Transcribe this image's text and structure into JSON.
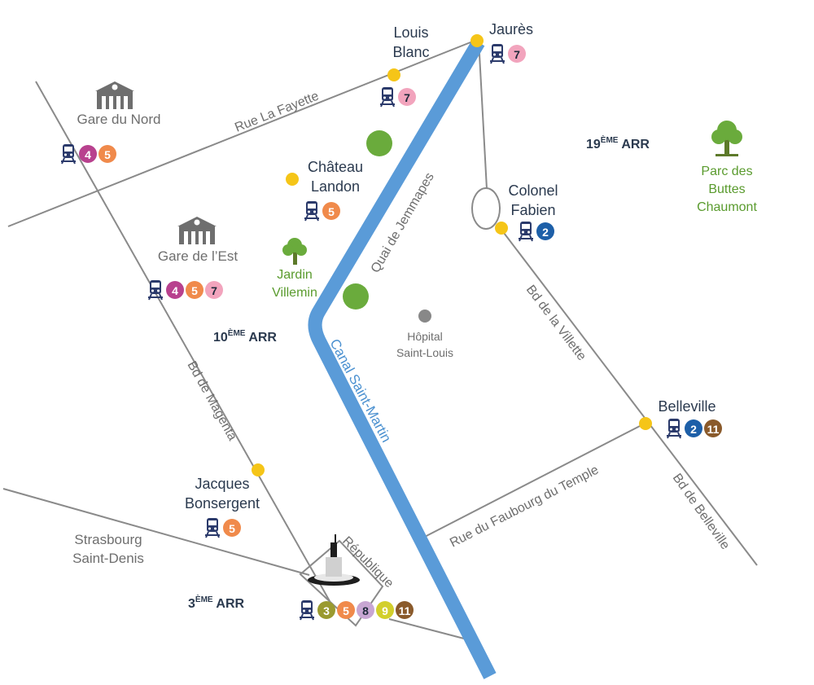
{
  "stations": {
    "louis_blanc": {
      "line1": "Louis",
      "line2": "Blanc",
      "metro": [
        "7"
      ]
    },
    "jaures": {
      "name": "Jaurès",
      "metro": [
        "7"
      ]
    },
    "gare_du_nord": {
      "name": "Gare du Nord",
      "metro": [
        "4",
        "5"
      ]
    },
    "chateau_landon": {
      "line1": "Château",
      "line2": "Landon",
      "metro": [
        "5"
      ]
    },
    "colonel_fabien": {
      "line1": "Colonel",
      "line2": "Fabien",
      "metro": [
        "2"
      ]
    },
    "gare_de_lest": {
      "name": "Gare de l’Est",
      "metro": [
        "4",
        "5",
        "7"
      ]
    },
    "belleville": {
      "name": "Belleville",
      "metro": [
        "2",
        "11"
      ]
    },
    "jacques_bonsergent": {
      "line1": "Jacques",
      "line2": "Bonsergent",
      "metro": [
        "5"
      ]
    },
    "strasbourg_saint_denis": {
      "line1": "Strasbourg",
      "line2": "Saint-Denis"
    },
    "republique": {
      "name": "République",
      "metro": [
        "3",
        "5",
        "8",
        "9",
        "11"
      ]
    }
  },
  "streets": {
    "rue_la_fayette": "Rue La Fayette",
    "quai_de_jemmapes": "Quai de Jemmapes",
    "canal_saint_martin": "Canal Saint-Martin",
    "bd_de_la_villette": "Bd de la Villette",
    "bd_de_magenta": "Bd de Magenta",
    "rue_du_faubourg_du_temple": "Rue du Faubourg du Temple",
    "bd_de_belleville": "Bd de Belleville"
  },
  "arrondissements": {
    "arr19": {
      "num": "19",
      "sup": "ÈME",
      "suffix": " ARR"
    },
    "arr10": {
      "num": "10",
      "sup": "ÈME",
      "suffix": " ARR"
    },
    "arr3": {
      "num": "3",
      "sup": "ÈME",
      "suffix": " ARR"
    }
  },
  "parks": {
    "buttes_chaumont": {
      "line1": "Parc des",
      "line2": "Buttes",
      "line3": "Chaumont"
    },
    "jardin_villemin": {
      "line1": "Jardin",
      "line2": "Villemin"
    }
  },
  "hopital": {
    "line1": "Hôpital",
    "line2": "Saint-Louis"
  },
  "colors": {
    "canal": "#5a9bd8",
    "street": "#8a8a8a",
    "station_dot": "#f5c518",
    "green_dot": "#6aab3c",
    "metro_icon": "#2b3a6b",
    "line_2": "#1d5fa8",
    "line_3": "#9a9a30",
    "line_4": "#b8418e",
    "line_5": "#f08a4b",
    "line_7": "#f2a4bd",
    "line_8": "#c8a6d3",
    "line_9": "#d2cf2c",
    "line_11": "#8a5a2b"
  }
}
